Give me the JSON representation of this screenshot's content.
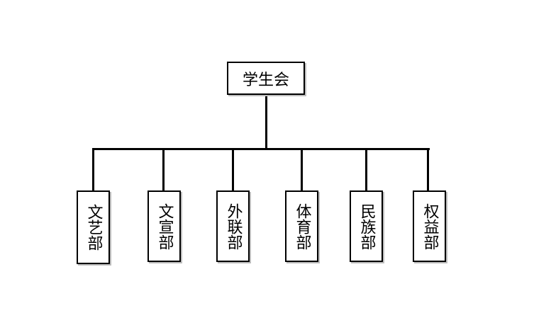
{
  "org_chart": {
    "root": {
      "label": "学生会"
    },
    "departments": [
      {
        "label": "文艺部"
      },
      {
        "label": "文宣部"
      },
      {
        "label": "外联部"
      },
      {
        "label": "体育部"
      },
      {
        "label": "民族部"
      },
      {
        "label": "权益部"
      }
    ],
    "colors": {
      "line": "#000000",
      "box_border": "#000000",
      "background": "#ffffff"
    }
  }
}
